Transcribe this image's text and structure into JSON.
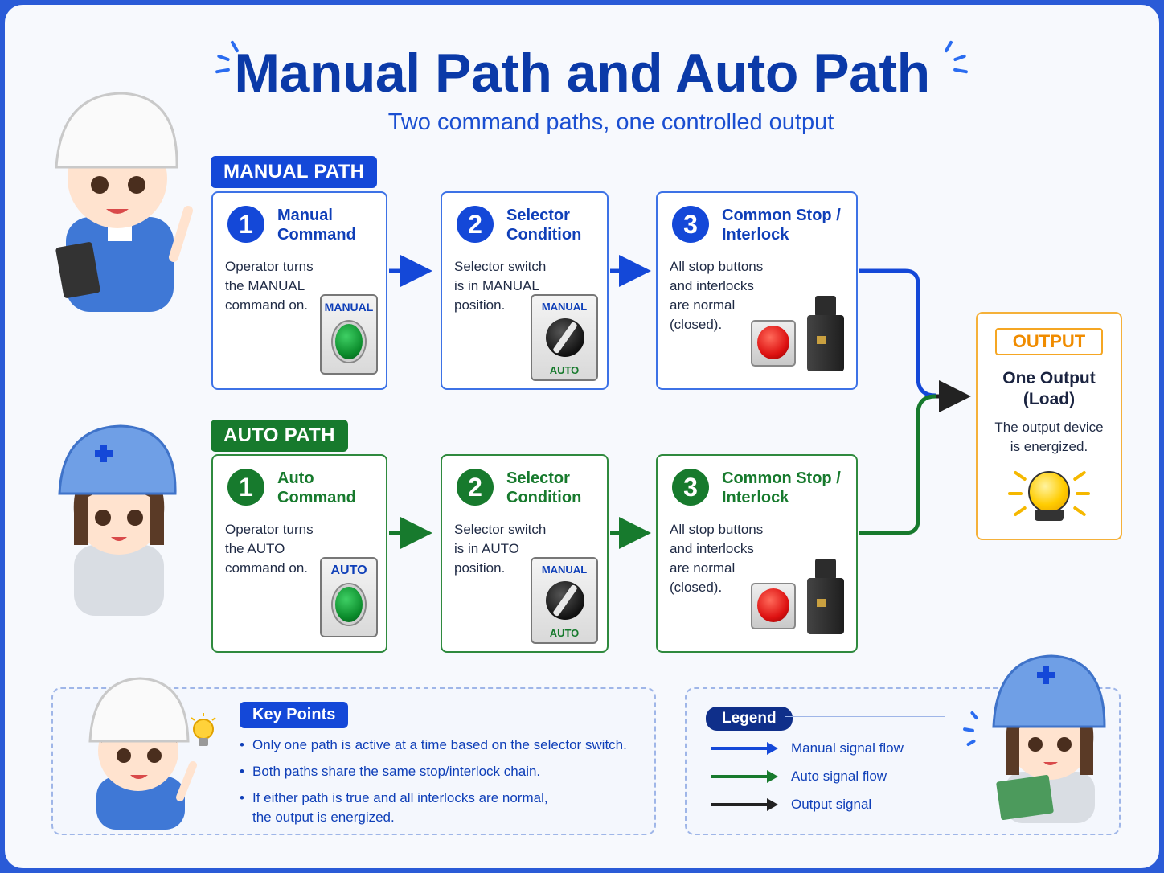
{
  "title": "Manual Path and Auto Path",
  "subtitle": "Two command paths, one controlled output",
  "colors": {
    "manual": "#1448d8",
    "auto": "#177a2d",
    "output": "#f5a623",
    "output_signal": "#222222"
  },
  "manual_path": {
    "label": "MANUAL PATH",
    "steps": [
      {
        "number": "1",
        "title": "Manual\nCommand",
        "description": "Operator turns\nthe MANUAL\ncommand on.",
        "device_label": "MANUAL"
      },
      {
        "number": "2",
        "title": "Selector\nCondition",
        "description": "Selector switch\nis in MANUAL\nposition.",
        "device_top": "MANUAL",
        "device_bottom": "AUTO"
      },
      {
        "number": "3",
        "title": "Common Stop /\nInterlock",
        "description": "All stop buttons\nand interlocks\nare normal\n(closed)."
      }
    ]
  },
  "auto_path": {
    "label": "AUTO PATH",
    "steps": [
      {
        "number": "1",
        "title": "Auto\nCommand",
        "description": "Operator turns\nthe AUTO\ncommand on.",
        "device_label": "AUTO"
      },
      {
        "number": "2",
        "title": "Selector\nCondition",
        "description": "Selector switch\nis in AUTO\nposition.",
        "device_top": "MANUAL",
        "device_bottom": "AUTO"
      },
      {
        "number": "3",
        "title": "Common Stop /\nInterlock",
        "description": "All stop buttons\nand interlocks\nare normal\n(closed)."
      }
    ]
  },
  "output": {
    "tag": "OUTPUT",
    "title": "One Output\n(Load)",
    "description": "The output device\nis energized.",
    "icon": "lamp-icon"
  },
  "key_points": {
    "title": "Key Points",
    "items": [
      "Only one path is active at a time based on the selector switch.",
      "Both paths share the same stop/interlock chain.",
      "If either path is true and all interlocks are normal,\nthe output is energized."
    ]
  },
  "legend": {
    "title": "Legend",
    "items": [
      {
        "label": "Manual signal flow",
        "color": "#1448d8"
      },
      {
        "label": "Auto signal flow",
        "color": "#177a2d"
      },
      {
        "label": "Output signal",
        "color": "#222222"
      }
    ]
  }
}
